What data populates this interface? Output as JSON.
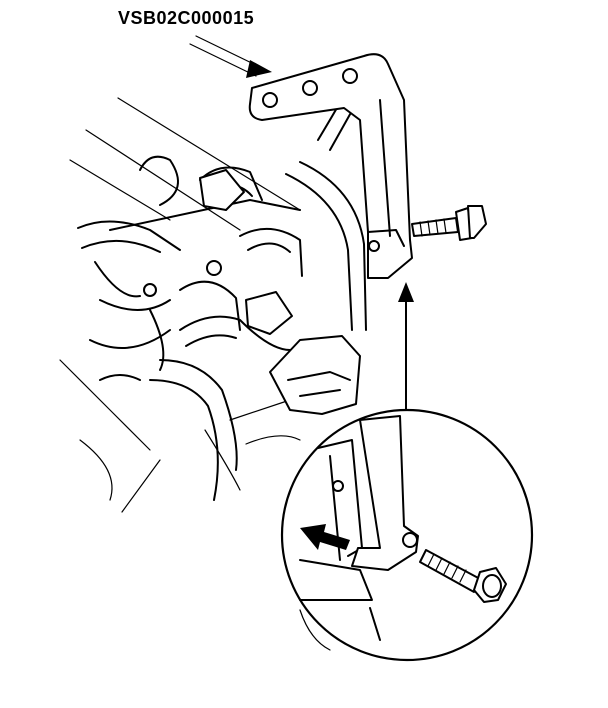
{
  "figure": {
    "code_label": "VSB02C000015",
    "colors": {
      "ink": "#000000",
      "background": "#ffffff"
    },
    "icons": [
      "bracket-part",
      "flange-bolt",
      "direction-arrow",
      "detail-magnifier-circle"
    ]
  }
}
